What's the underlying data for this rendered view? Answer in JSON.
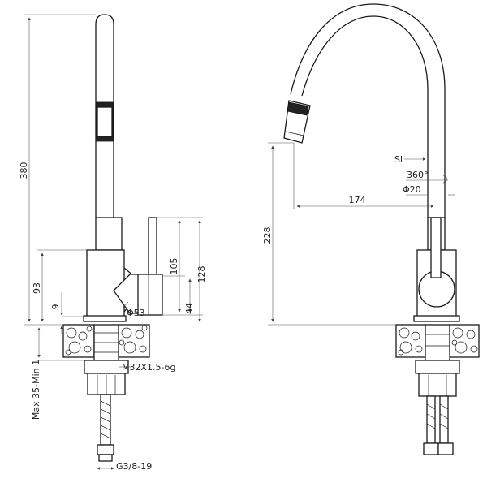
{
  "side_view": {
    "height_total": "380",
    "height_body": "93",
    "offset_9": "9",
    "body_diameter": "Φ53",
    "handle_height": "105",
    "handle_total": "128",
    "handle_base": "44",
    "thread": "M32X1.5-6g",
    "mounting_thickness": "Max 35-Min 1",
    "connector": "G3/8-19"
  },
  "front_view": {
    "spout_height": "228",
    "spout_reach": "174",
    "rotation": "360°",
    "spout_diameter": "Φ20",
    "material": "Si"
  }
}
